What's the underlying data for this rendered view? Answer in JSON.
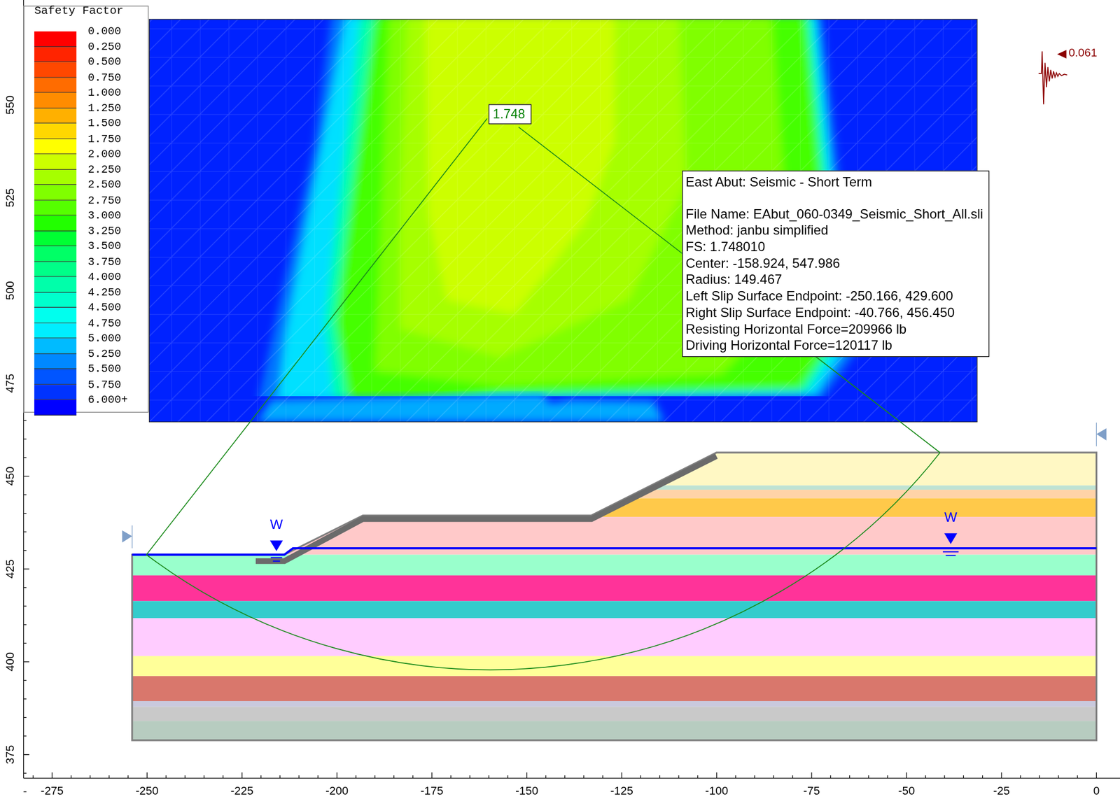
{
  "diagram": {
    "nodes": [
      {
        "text": [
          "1.748"
        ]
      },
      {
        "text": [
          "East Abut: Seismic - Short Term",
          "File Name: EAbut_060-0349_Seismic_Short_All.sli",
          "Method: janbu simplified",
          "FS: 1.748010",
          "Center: -158.924, 547.986",
          "Radius: 149.467",
          "Left Slip Surface Endpoint: -250.166, 429.600",
          "Right Slip Surface Endpoint: -40.766, 456.450",
          "Resisting Horizontal Force=209966 lb",
          "Driving Horizontal Force=120117 lb"
        ]
      }
    ],
    "labels": [
      "Safety Factor",
      "0.061",
      "W",
      "W",
      "550",
      "525",
      "500",
      "475",
      "450",
      "425",
      "400",
      "375",
      "-275",
      "-250",
      "-225",
      "-200",
      "-175",
      "-150",
      "-125",
      "-100",
      "-75",
      "-50",
      "-25",
      "0"
    ],
    "legend": [
      {
        "text": "0.000",
        "color": "#ff0000"
      },
      {
        "text": "0.250",
        "color": "#ff2400"
      },
      {
        "text": "0.500",
        "color": "#ff4800"
      },
      {
        "text": "0.750",
        "color": "#ff6c00"
      },
      {
        "text": "1.000",
        "color": "#ff8c00"
      },
      {
        "text": "1.250",
        "color": "#ffb000"
      },
      {
        "text": "1.500",
        "color": "#ffd700"
      },
      {
        "text": "1.750",
        "color": "#ffff00"
      },
      {
        "text": "2.000",
        "color": "#ccff00"
      },
      {
        "text": "2.250",
        "color": "#a6ff00"
      },
      {
        "text": "2.500",
        "color": "#80ff00"
      },
      {
        "text": "2.750",
        "color": "#55ff00"
      },
      {
        "text": "3.000",
        "color": "#22ff00"
      },
      {
        "text": "3.250",
        "color": "#00ff33"
      },
      {
        "text": "3.500",
        "color": "#00ff66"
      },
      {
        "text": "3.750",
        "color": "#00ff88"
      },
      {
        "text": "4.000",
        "color": "#00ffaa"
      },
      {
        "text": "4.250",
        "color": "#00ffcc"
      },
      {
        "text": "4.500",
        "color": "#00ffee"
      },
      {
        "text": "4.750",
        "color": "#00eeff"
      },
      {
        "text": "5.000",
        "color": "#00bbff"
      },
      {
        "text": "5.250",
        "color": "#0088ff"
      },
      {
        "text": "5.500",
        "color": "#0055ff"
      },
      {
        "text": "5.750",
        "color": "#0033ff"
      },
      {
        "text": "6.000+",
        "color": "#0000ff"
      }
    ]
  }
}
